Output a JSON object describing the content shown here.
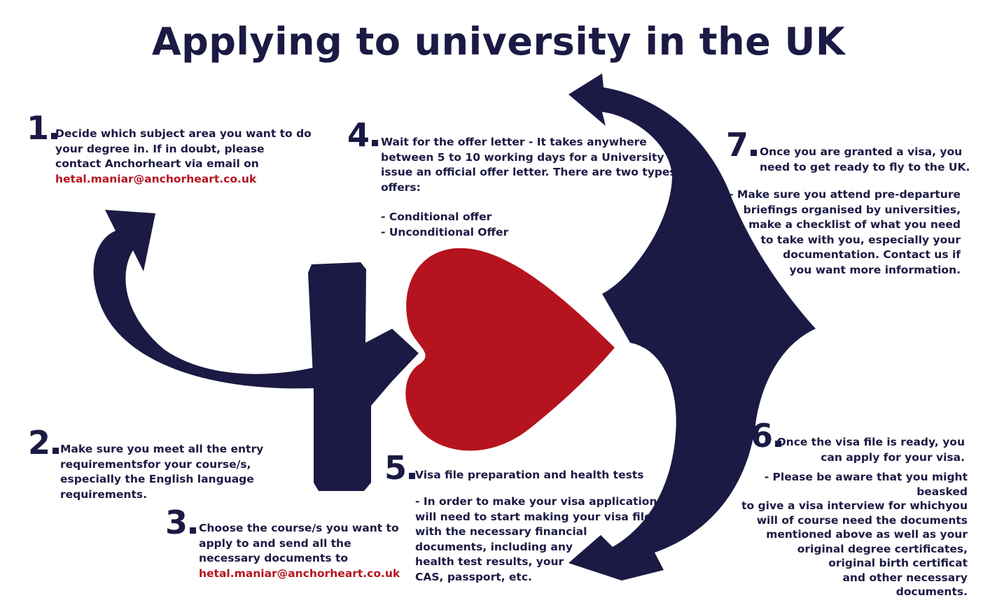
{
  "title": "Applying to university in the UK",
  "colors": {
    "navy": "#1b1a44",
    "red": "#b5141f"
  },
  "steps": [
    {
      "num": "1",
      "lines": [
        "Decide which subject area you want to do",
        "your degree in. If in doubt, please",
        "contact Anchorheart via email on"
      ],
      "email": "hetal.maniar@anchorheart.co.uk"
    },
    {
      "num": "2",
      "lines": [
        "Make sure you meet all the entry",
        "requirementsfor your course/s,",
        "especially the English language",
        "requirements."
      ]
    },
    {
      "num": "3",
      "lines": [
        "Choose the course/s you want to",
        "apply to and send all the",
        "necessary documents to"
      ],
      "email": "hetal.maniar@anchorheart.co.uk"
    },
    {
      "num": "4",
      "lines": [
        "Wait for the offer letter - It takes anywhere",
        "between 5 to 10 working days for a University to",
        "issue an official offer letter. There are two types of",
        "offers:"
      ],
      "offers": [
        "- Conditional offer",
        "- Unconditional Offer"
      ]
    },
    {
      "num": "5",
      "heading": "Visa file preparation and health tests",
      "lines": [
        "- In order to make your visa application, you",
        "will need to start making your visa file",
        "with the necessary financial",
        "documents, including any",
        "health test results, your",
        "CAS, passport, etc."
      ]
    },
    {
      "num": "6",
      "heading_lines": [
        "Once the visa file is ready, you",
        "can apply for your visa."
      ],
      "lines": [
        "- Please be aware that you might beasked",
        "to give a visa interview for whichyou",
        "will of course need the documents",
        "mentioned above as well as your",
        "original degree certificates,",
        "original birth certificat",
        "and other necessary",
        "documents."
      ]
    },
    {
      "num": "7",
      "heading_lines": [
        "Once you are granted a visa, you",
        "need to get ready to fly to  the UK."
      ],
      "lines": [
        "- Make sure you attend pre-departure",
        "briefings organised by universities,",
        "make a checklist of what you need",
        "to take with you, especially your",
        "documentation. Contact us if",
        "you want more information."
      ]
    }
  ]
}
